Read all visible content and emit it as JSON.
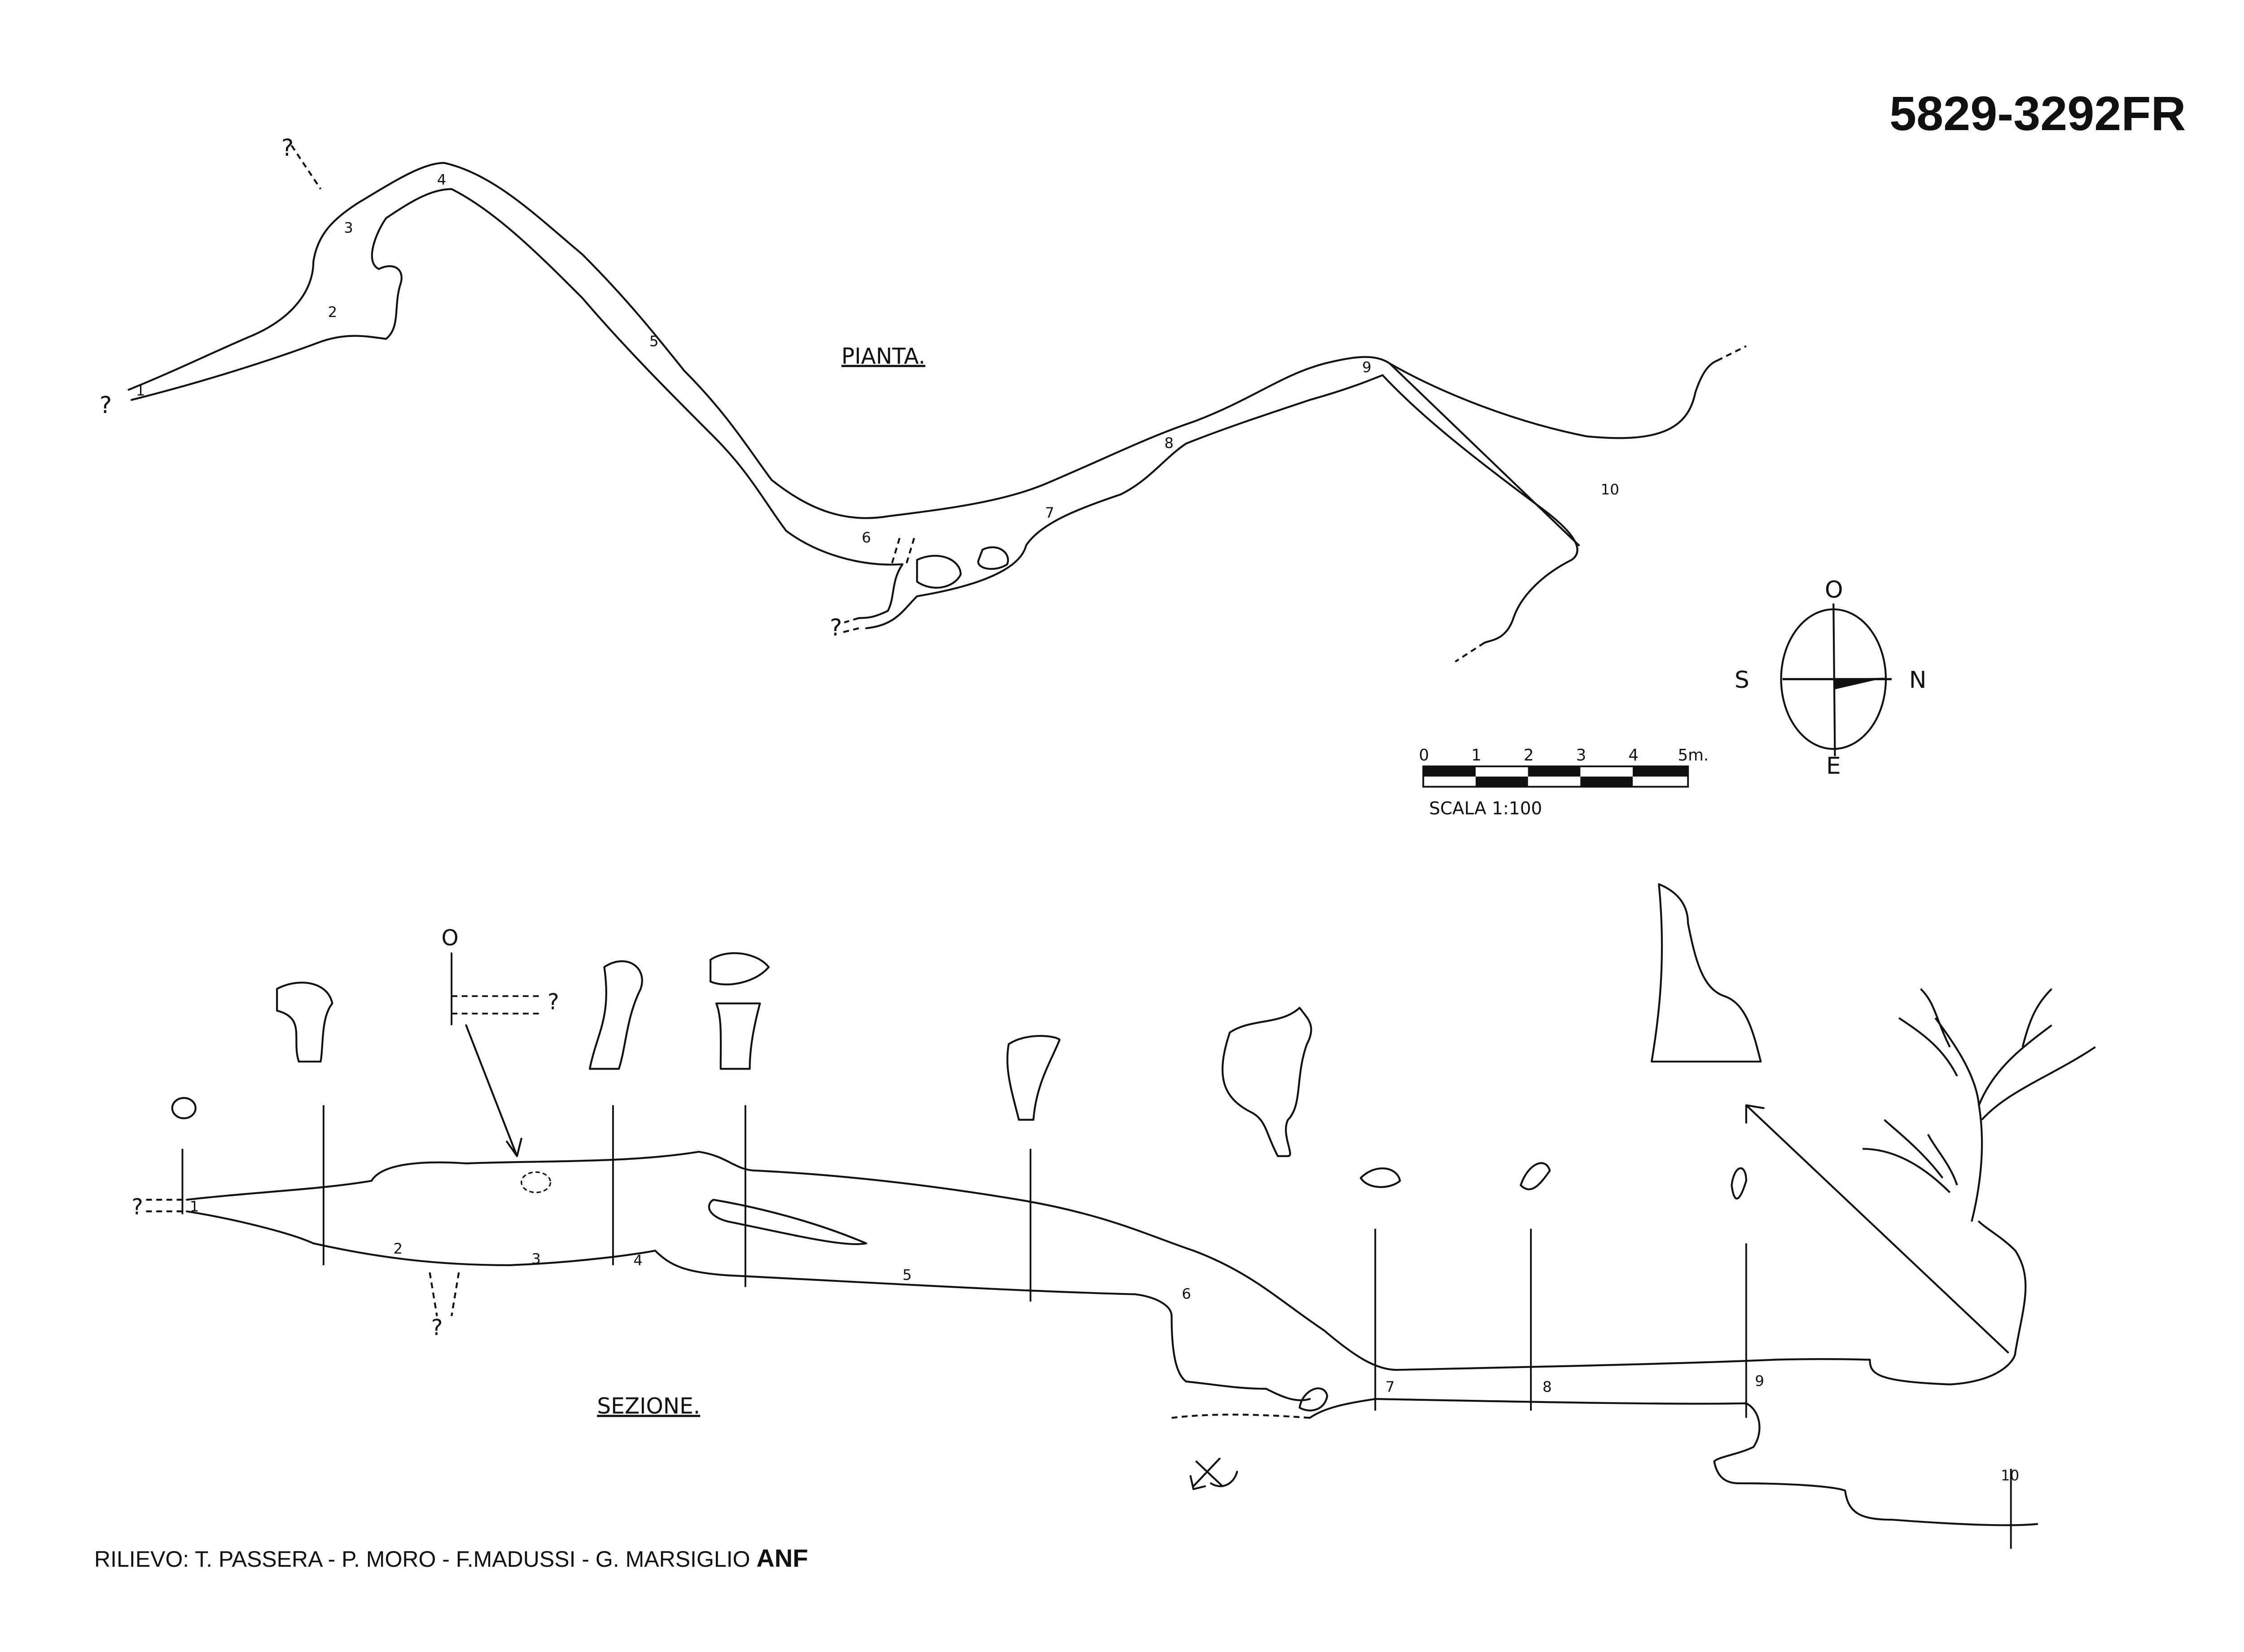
{
  "code": "5829-3292FR",
  "plan": {
    "title": "PIANTA.",
    "stations": [
      "1",
      "2",
      "3",
      "4",
      "5",
      "6",
      "7",
      "8",
      "9",
      "10"
    ],
    "unknown_mark": "?"
  },
  "section": {
    "title": "SEZIONE.",
    "stations": [
      "1",
      "2",
      "3",
      "4",
      "5",
      "6",
      "7",
      "8",
      "9",
      "10"
    ],
    "unknown_mark": "?",
    "cross_section_label": "O"
  },
  "scale_bar": {
    "ticks": [
      "0",
      "1",
      "2",
      "3",
      "4",
      "5m."
    ],
    "label": "SCALA 1:100"
  },
  "compass": {
    "top": "O",
    "bottom": "E",
    "left": "S",
    "right": "N"
  },
  "credits": {
    "text": "RILIEVO: T. PASSERA - P. MORO - F.MADUSSI - G. MARSIGLIO",
    "group": "ANF"
  }
}
